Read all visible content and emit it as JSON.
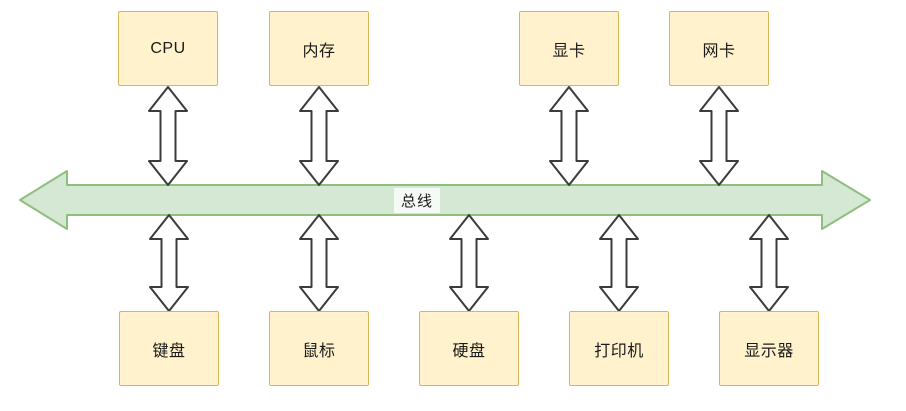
{
  "diagram": {
    "title_semantic": "computer bus architecture diagram",
    "bus_label": "总线",
    "top_nodes": [
      {
        "label": "CPU"
      },
      {
        "label": "内存"
      },
      {
        "label": "显卡"
      },
      {
        "label": "网卡"
      }
    ],
    "bottom_nodes": [
      {
        "label": "键盘"
      },
      {
        "label": "鼠标"
      },
      {
        "label": "硬盘"
      },
      {
        "label": "打印机"
      },
      {
        "label": "显示器"
      }
    ],
    "colors": {
      "node_fill": "#FFF2CC",
      "node_border": "#D6B656",
      "bus_fill": "#D5E8D4",
      "bus_border": "#8FBE7E",
      "arrow_fill": "#FFFFFF",
      "arrow_outline": "#3B3B3B",
      "text": "#1A1A1A"
    }
  }
}
